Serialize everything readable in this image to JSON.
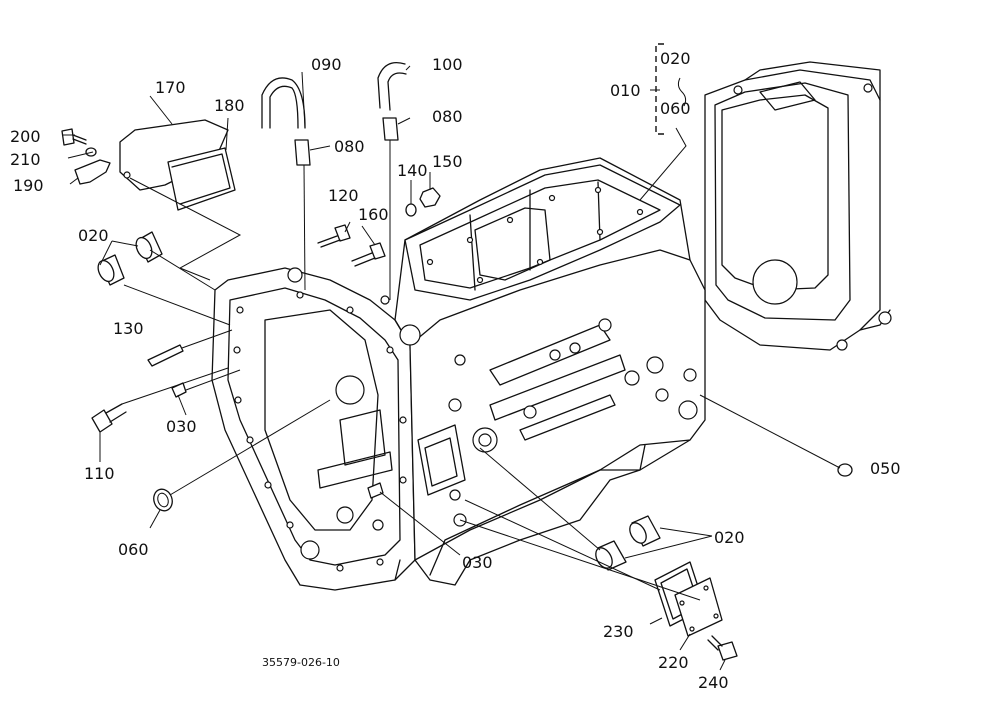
{
  "labels": {
    "p200": "200",
    "p210": "210",
    "p190": "190",
    "p170": "170",
    "p180": "180",
    "p090": "090",
    "p100": "100",
    "p080a": "080",
    "p080b": "080",
    "p010": "010",
    "p020a": "020",
    "p060a": "060",
    "p140": "140",
    "p150": "150",
    "p120": "120",
    "p160": "160",
    "p020b": "020",
    "p130": "130",
    "p030a": "030",
    "p110": "110",
    "p060b": "060",
    "p030b": "030",
    "p020c": "020",
    "p050": "050",
    "p230": "230",
    "p220": "220",
    "p240": "240"
  },
  "drawing_code": "35579-026-10"
}
